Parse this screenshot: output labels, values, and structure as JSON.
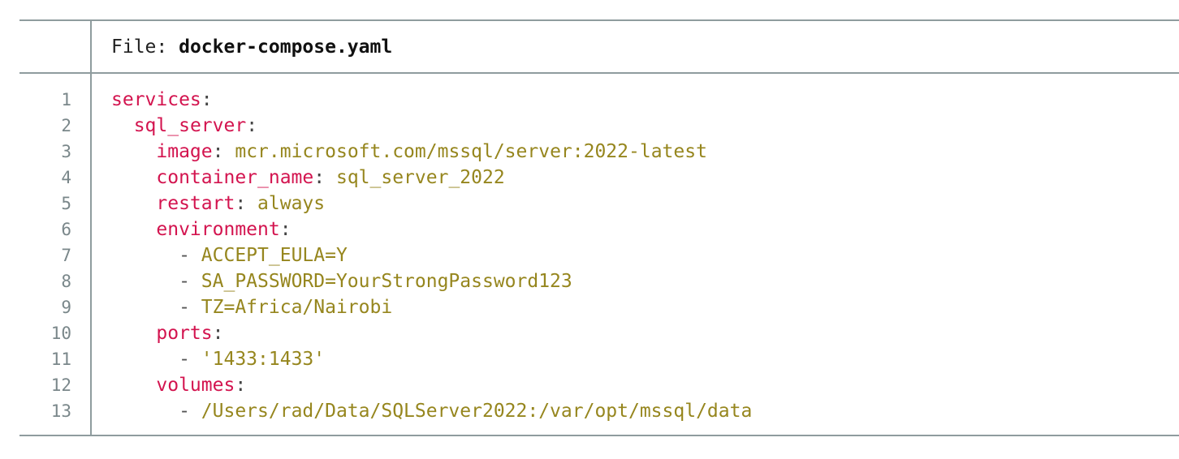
{
  "header": {
    "prefix": "File: ",
    "filename": "docker-compose.yaml"
  },
  "line_numbers": [
    "1",
    "2",
    "3",
    "4",
    "5",
    "6",
    "7",
    "8",
    "9",
    "10",
    "11",
    "12",
    "13"
  ],
  "code": {
    "l1": {
      "indent": "",
      "key": "services",
      "colon": ":"
    },
    "l2": {
      "indent": "  ",
      "key": "sql_server",
      "colon": ":"
    },
    "l3": {
      "indent": "    ",
      "key": "image",
      "colon": ": ",
      "value": "mcr.microsoft.com/mssql/server:2022-latest"
    },
    "l4": {
      "indent": "    ",
      "key": "container_name",
      "colon": ": ",
      "value": "sql_server_2022"
    },
    "l5": {
      "indent": "    ",
      "key": "restart",
      "colon": ": ",
      "value": "always"
    },
    "l6": {
      "indent": "    ",
      "key": "environment",
      "colon": ":"
    },
    "l7": {
      "indent": "      ",
      "dash": "- ",
      "value": "ACCEPT_EULA=Y"
    },
    "l8": {
      "indent": "      ",
      "dash": "- ",
      "value": "SA_PASSWORD=YourStrongPassword123"
    },
    "l9": {
      "indent": "      ",
      "dash": "- ",
      "value": "TZ=Africa/Nairobi"
    },
    "l10": {
      "indent": "    ",
      "key": "ports",
      "colon": ":"
    },
    "l11": {
      "indent": "      ",
      "dash": "- ",
      "value": "'1433:1433'"
    },
    "l12": {
      "indent": "    ",
      "key": "volumes",
      "colon": ":"
    },
    "l13": {
      "indent": "      ",
      "dash": "- ",
      "value": "/Users/rad/Data/SQLServer2022:/var/opt/mssql/data"
    }
  },
  "colors": {
    "key": "#d3144f",
    "value": "#96861e",
    "line_number": "#7a878a",
    "border": "#8f9c9e"
  }
}
